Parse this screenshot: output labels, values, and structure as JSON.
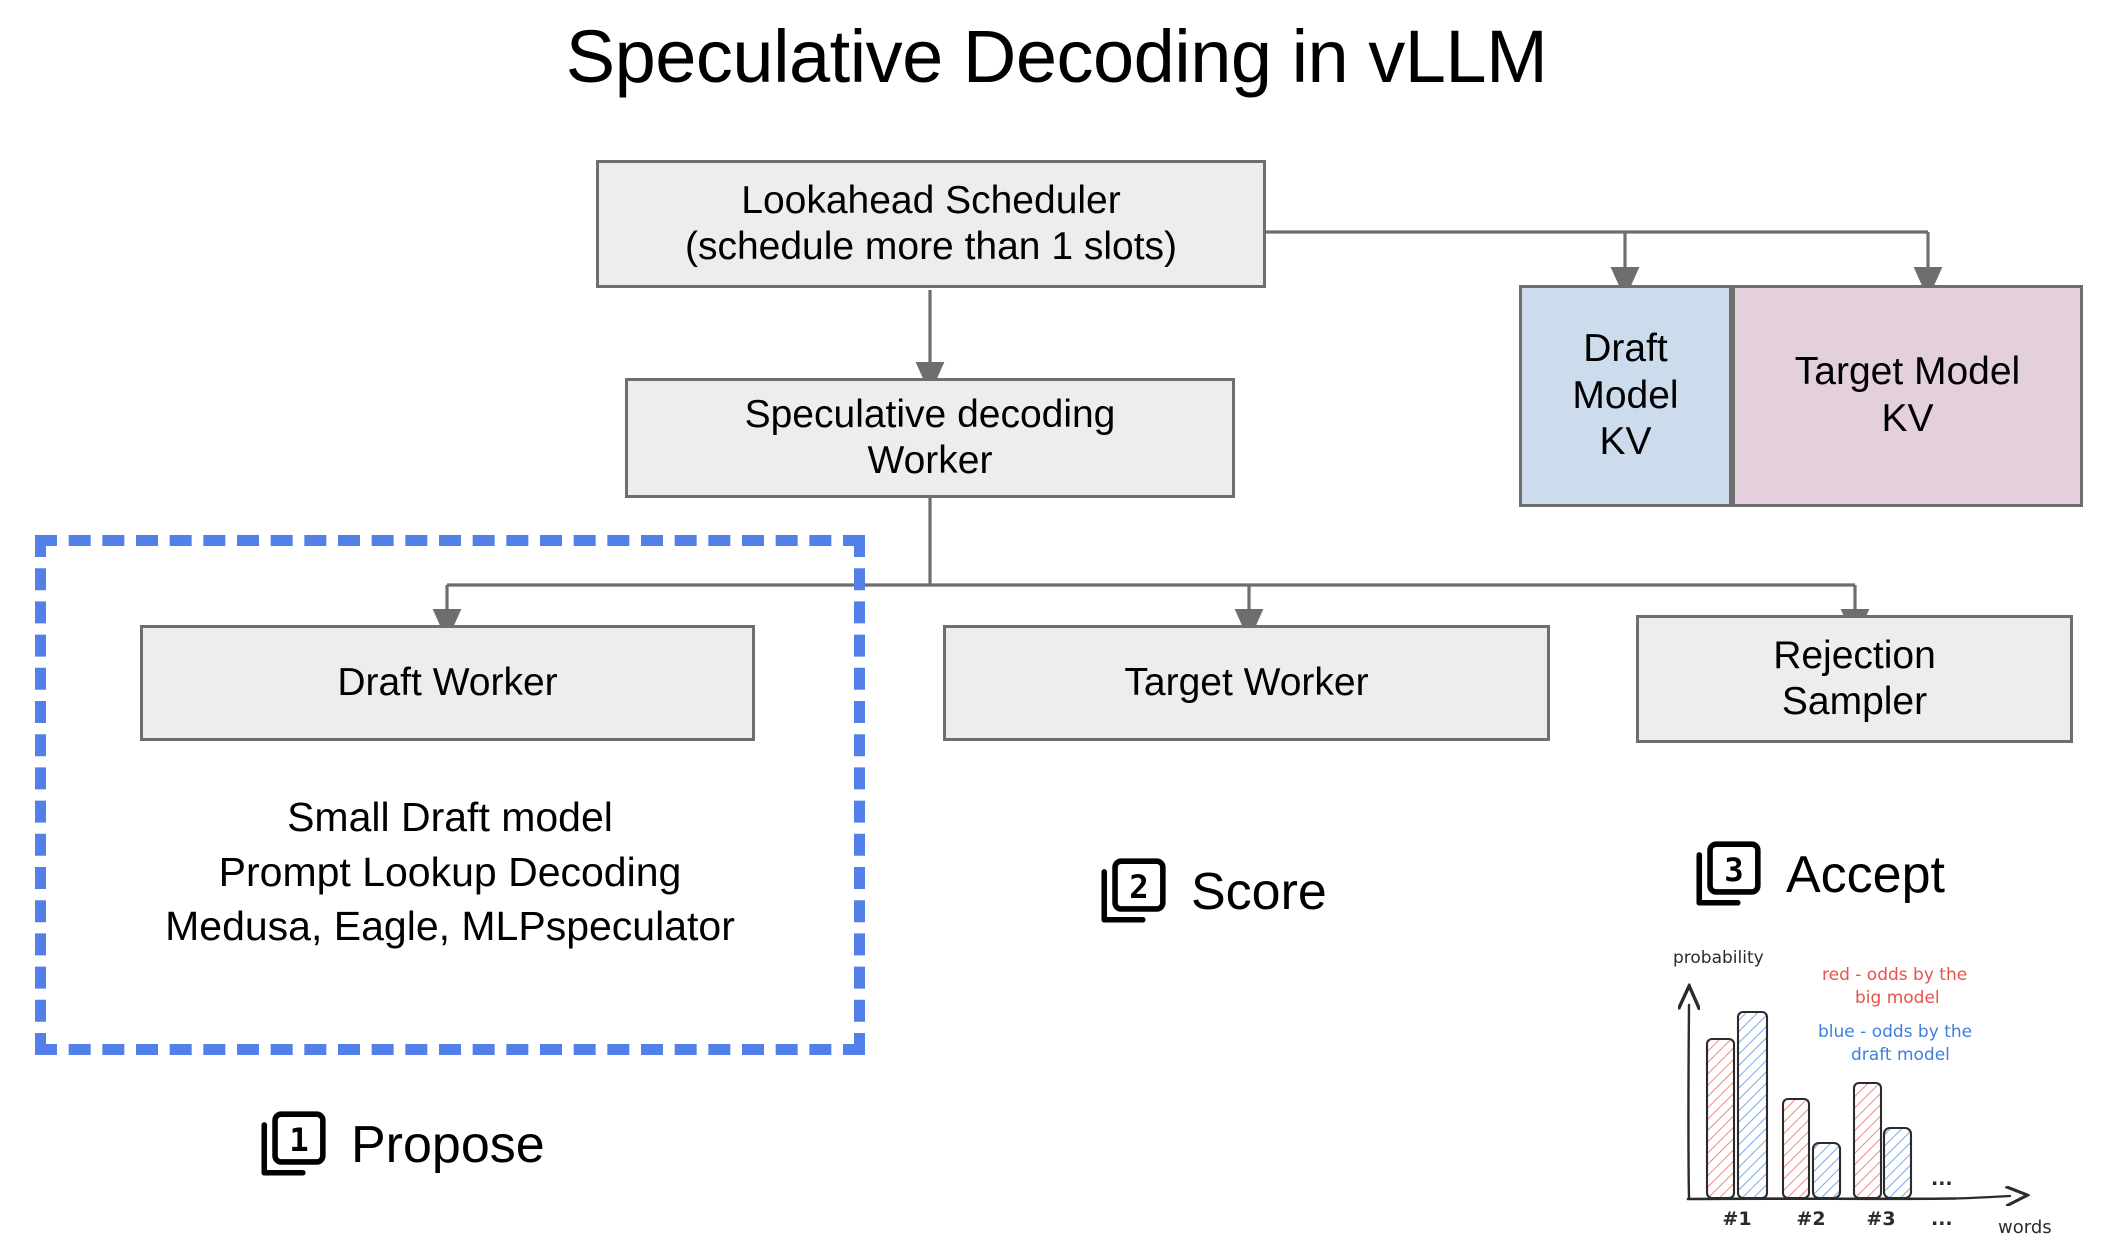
{
  "title": "Speculative Decoding in vLLM",
  "colors": {
    "box_fill": "#ededed",
    "box_border": "#6e6e6e",
    "draft_kv_fill": "#ccdcec",
    "target_kv_fill": "#e4d0dc",
    "dashed_accent": "#5380e8",
    "sketch_red": "#e8524a",
    "sketch_blue": "#3d7fe0",
    "sketch_ink": "#2b2b2b"
  },
  "nodes": {
    "scheduler": "Lookahead Scheduler\n(schedule more than 1 slots)",
    "spec_worker": "Speculative decoding\nWorker",
    "draft_kv": "Draft\nModel\nKV",
    "target_kv": "Target Model\nKV",
    "draft_worker": "Draft Worker",
    "target_worker": "Target Worker",
    "rejection_sampler": "Rejection\nSampler"
  },
  "draft_notes": "Small Draft model\nPrompt Lookup Decoding\nMedusa, Eagle, MLPspeculator",
  "steps": [
    {
      "number": "1",
      "label": "Propose",
      "icon": "stacked-squares-one-icon"
    },
    {
      "number": "2",
      "label": "Score",
      "icon": "stacked-squares-two-icon"
    },
    {
      "number": "3",
      "label": "Accept",
      "icon": "stacked-squares-three-icon"
    }
  ],
  "chart_data": {
    "type": "bar",
    "title": "",
    "xlabel": "words",
    "ylabel": "probability",
    "categories": [
      "#1",
      "#2",
      "#3"
    ],
    "trailing_ellipsis": "...",
    "ylim": [
      0,
      1
    ],
    "grid": false,
    "legend_position": "upper-right",
    "series": [
      {
        "name": "red - odds by the big model",
        "color": "#e8524a",
        "values": [
          0.72,
          0.47,
          0.56
        ]
      },
      {
        "name": "blue - odds by the draft model",
        "color": "#3d7fe0",
        "values": [
          0.88,
          0.22,
          0.33
        ]
      }
    ],
    "annotations": [
      {
        "text": "red - odds by the\nbig model",
        "color": "#e8524a"
      },
      {
        "text": "blue - odds by the\ndraft model",
        "color": "#3d7fe0"
      }
    ]
  }
}
